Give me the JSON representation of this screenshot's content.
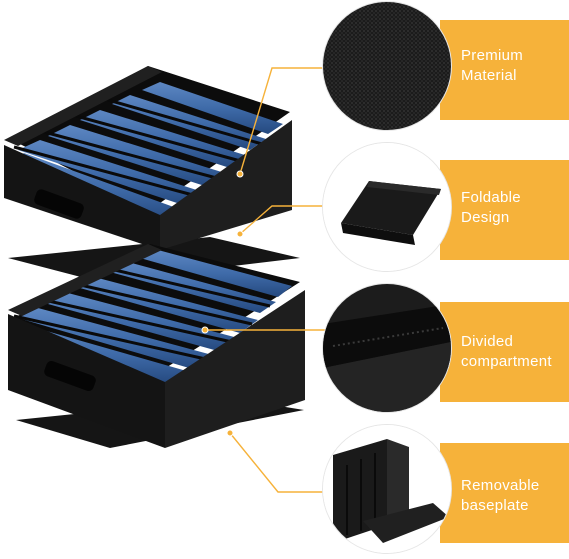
{
  "features": [
    {
      "icon": "fabric-texture-icon",
      "line1": "Premium",
      "line2": "Material"
    },
    {
      "icon": "folded-box-icon",
      "line1": "Foldable",
      "line2": "Design"
    },
    {
      "icon": "divider-wall-icon",
      "line1": "Divided",
      "line2": "compartment"
    },
    {
      "icon": "baseplate-icon",
      "line1": "Removable",
      "line2": "baseplate"
    }
  ],
  "colors": {
    "accent": "#f6b23a",
    "box": "#121212",
    "clothing": "#3d6aa8",
    "leader": "#f6b23a"
  }
}
